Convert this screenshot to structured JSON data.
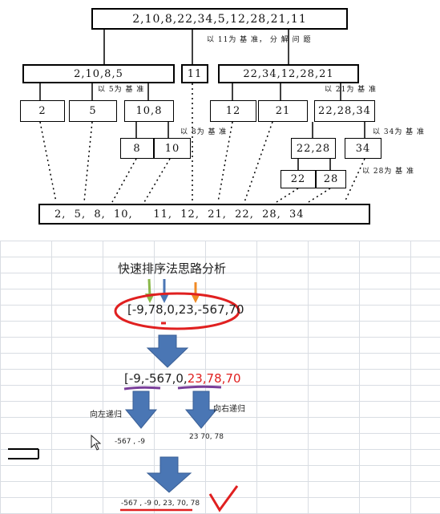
{
  "top": {
    "root": "2,10,8,22,34,5,12,28,21,11",
    "root_note": "以 11为 基 准， 分 解 问 题",
    "left": "2,10,8,5",
    "pivot": "11",
    "right": "22,34,12,28,21",
    "left_note": "以 5为 基 准",
    "right_note": "以 21为 基 准",
    "l_2": "2",
    "l_5": "5",
    "l_108": "10,8",
    "note_8": "以 8为 基 准",
    "n_8": "8",
    "n_10": "10",
    "r_12": "12",
    "r_21": "21",
    "r_222834": "22,28,34",
    "note_34": "以 34为 基 准",
    "n_2228": "22,28",
    "n_34": "34",
    "note_28": "以 28为 基 准",
    "n_22": "22",
    "n_28": "28",
    "result": "2,  5,  8,  10,     11,  12,  21,  22,  28,  34"
  },
  "bottom": {
    "title": "快速排序法思路分析",
    "array": "[-9,78,0,23,-567,70",
    "partition_black": "[-9,-567,0,",
    "partition_red": "23,78,70",
    "left_label": "向左递归",
    "right_label": "向右递归",
    "left_result": "-567 , -9",
    "right_result": "23 70, 78",
    "final": "-567 , -9  0, 23, 70, 78"
  },
  "colors": {
    "arrow_blue": "#4a76b4",
    "marker_red": "#e02020",
    "marker_green": "#8ab84a",
    "marker_orange": "#f08a24",
    "underline_purple": "#7a3f9a"
  }
}
